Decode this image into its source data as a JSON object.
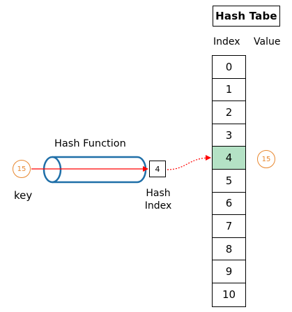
{
  "hash_table": {
    "title": "Hash Tabe",
    "index_header": "Index",
    "value_header": "Value",
    "indices": [
      "0",
      "1",
      "2",
      "3",
      "4",
      "5",
      "6",
      "7",
      "8",
      "9",
      "10"
    ],
    "highlighted_index": 4,
    "highlight_color": "#b4e2c5"
  },
  "hash_function": {
    "label": "Hash Function",
    "cylinder_color": "#1f6fa8"
  },
  "key": {
    "value": "15",
    "label": "key",
    "circle_color": "#e8872e"
  },
  "hash_index": {
    "value": "4",
    "label_line1": "Hash",
    "label_line2": "Index"
  },
  "stored_value": {
    "value": "15"
  },
  "arrow_color": "#ff0000"
}
